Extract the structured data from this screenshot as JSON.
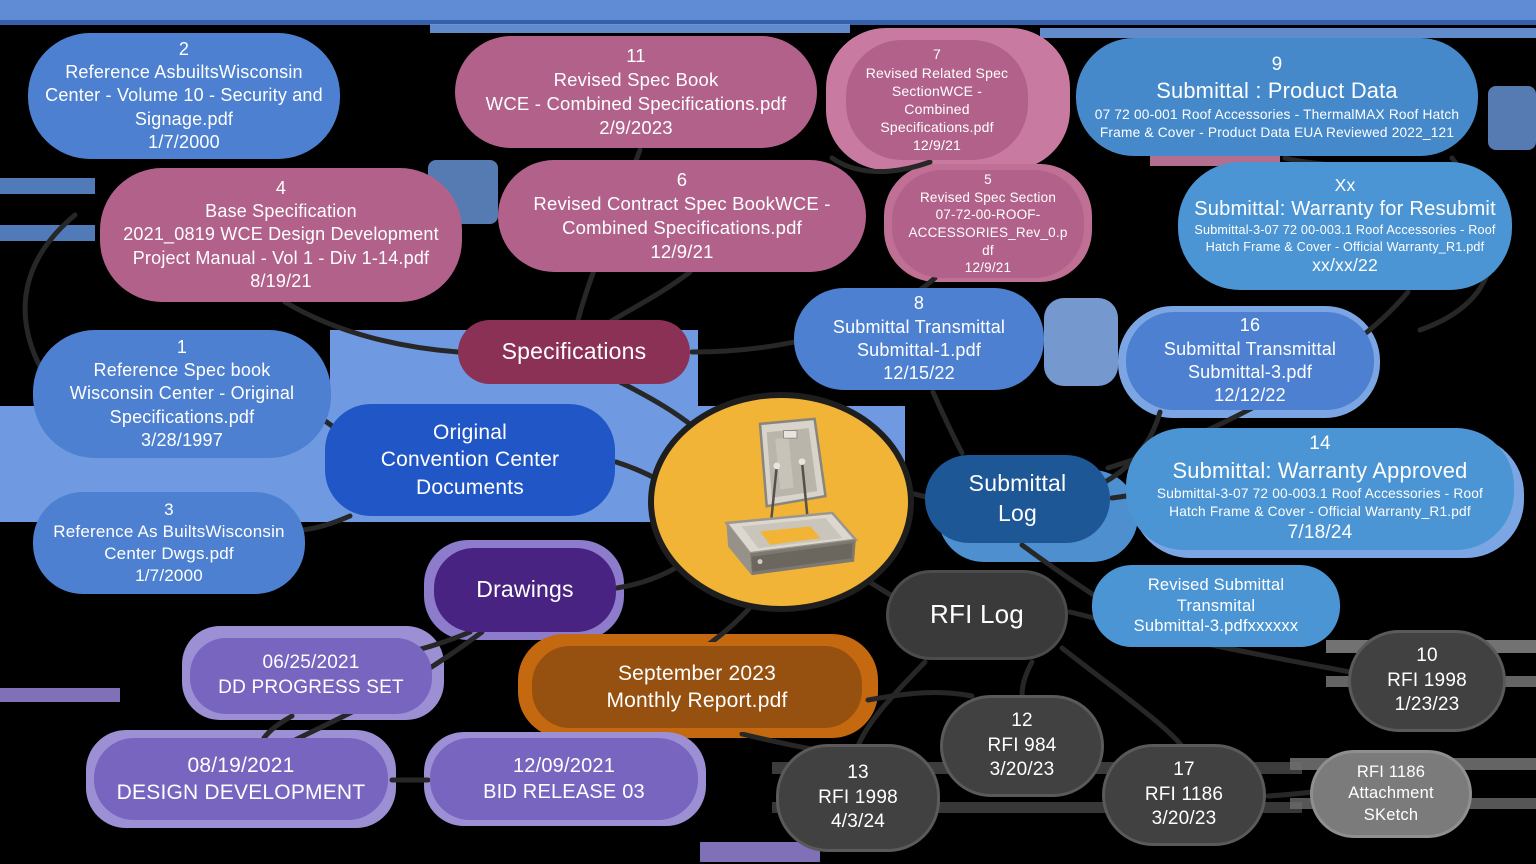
{
  "colors": {
    "doc_blue": "#4d80d0",
    "submittal_blue": "#4589ca",
    "light_submittal_blue": "#4c95d4",
    "hub_blue": "#2156c6",
    "submittal_log_blue": "#1d5796",
    "spec_maroon": "#8c3156",
    "doc_mauve": "#b2628a",
    "drawings_purple": "#482381",
    "milestone_purple": "#7765c0",
    "rfi_gray": "#414141",
    "sketch_gray": "#7b7b7b",
    "report_brown": "#96500f",
    "report_orange_border": "#c4690f",
    "hatch_yellow": "#f2b437"
  },
  "nodes": {
    "n1": {
      "num": "1",
      "line1": "Reference Spec book",
      "line2": "Wisconsin Center - Original Specifications.pdf",
      "date": "3/28/1997"
    },
    "n2": {
      "num": "2",
      "line1": "Reference AsbuiltsWisconsin Center - Volume 10 - Security and Signage.pdf",
      "date": "1/7/2000"
    },
    "n3": {
      "num": "3",
      "line1": "Reference As BuiltsWisconsin",
      "line2": "Center Dwgs.pdf",
      "date": "1/7/2000"
    },
    "n4": {
      "num": "4",
      "line1": "Base Specification",
      "line2": "2021_0819 WCE Design Development Project Manual - Vol 1 - Div 1-14.pdf",
      "date": "8/19/21"
    },
    "n5": {
      "num": "5",
      "line1": "Revised Spec Section",
      "line2": "07-72-00-ROOF-ACCESSORIES_Rev_0.pdf",
      "date": "12/9/21"
    },
    "n6": {
      "num": "6",
      "line1": "Revised Contract Spec BookWCE -",
      "line2": "Combined Specifications.pdf",
      "date": "12/9/21"
    },
    "n7": {
      "num": "7",
      "line1": "Revised Related Spec SectionWCE - Combined Specifications.pdf",
      "date": "12/9/21"
    },
    "n8": {
      "num": "8",
      "line1": "Submittal Transmittal",
      "line2": "Submittal-1.pdf",
      "date": "12/15/22"
    },
    "n9": {
      "num": "9",
      "heading": "Submittal : Product Data",
      "sub": "07 72 00-001 Roof Accessories - ThermalMAX Roof Hatch Frame & Cover - Product Data EUA Reviewed 2022_121"
    },
    "n10": {
      "num": "10",
      "line1": "RFI 1998",
      "date": "1/23/23"
    },
    "n11": {
      "num": "11",
      "line1": "Revised Spec Book",
      "line2": "WCE - Combined Specifications.pdf",
      "date": "2/9/2023"
    },
    "n12": {
      "num": "12",
      "line1": "RFI 984",
      "date": "3/20/23"
    },
    "n13": {
      "num": "13",
      "line1": "RFI 1998",
      "date": "4/3/24"
    },
    "n14": {
      "num": "14",
      "heading": "Submittal: Warranty Approved",
      "sub": "Submittal-3-07 72 00-003.1 Roof Accessories - Roof Hatch Frame & Cover - Official Warranty_R1.pdf",
      "date": "7/18/24"
    },
    "n16": {
      "num": "16",
      "line1": "Submittal Transmittal",
      "line2": "Submittal-3.pdf",
      "date": "12/12/22"
    },
    "n17": {
      "num": "17",
      "line1": "RFI 1186",
      "date": "3/20/23"
    },
    "nxx": {
      "num": "Xx",
      "heading": "Submittal: Warranty for Resubmit",
      "sub": "Submittal-3-07 72 00-003.1 Roof Accessories - Roof Hatch Frame & Cover - Official Warranty_R1.pdf",
      "date": "xx/xx/22"
    },
    "revised_submittal": {
      "line1": "Revised Submittal",
      "line2": "Transmital",
      "line3": "Submittal-3.pdfxxxxxx"
    },
    "rfi_sketch": {
      "line1": "RFI 1186",
      "line2": "Attachment",
      "line3": "SKetch"
    }
  },
  "hubs": {
    "specifications": "Specifications",
    "occ": [
      "Original",
      "Convention Center",
      "Documents"
    ],
    "submittal_log": [
      "Submittal",
      "Log"
    ],
    "drawings": "Drawings",
    "rfi_log": "RFI Log"
  },
  "milestones": {
    "dd_progress": {
      "line1": "06/25/2021",
      "line2": "DD PROGRESS SET"
    },
    "design_dev": {
      "line1": "08/19/2021",
      "line2": "DESIGN DEVELOPMENT"
    },
    "bid_release": {
      "line1": "12/09/2021",
      "line2": "BID RELEASE 03"
    },
    "sept_report": {
      "line1": "September 2023",
      "line2": "Monthly Report.pdf"
    }
  },
  "central_image": {
    "alt": "Open roof hatch product photo"
  }
}
